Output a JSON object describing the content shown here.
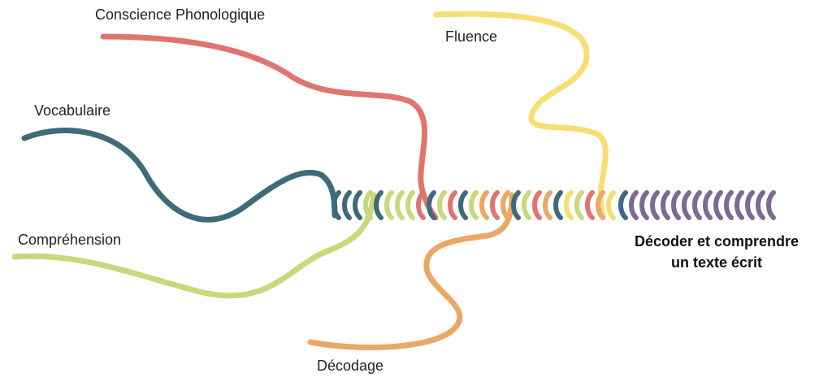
{
  "labels": {
    "conscience": "Conscience Phonologique",
    "fluence": "Fluence",
    "vocabulaire": "Vocabulaire",
    "comprehension": "Compréhension",
    "decodage": "Décodage"
  },
  "result": {
    "line1": "Décoder et comprendre",
    "line2": "un texte écrit"
  },
  "strands": [
    {
      "name": "conscience",
      "color": "#e07570"
    },
    {
      "name": "fluence",
      "color": "#f7de72"
    },
    {
      "name": "vocabulaire",
      "color": "#3e6b78"
    },
    {
      "name": "comprehension",
      "color": "#c9d87a"
    },
    {
      "name": "decodage",
      "color": "#eaa866"
    }
  ],
  "rope": {
    "twist_colors": [
      "#3e6b78",
      "#3e6b78",
      "#3e6b78",
      "#c9d87a",
      "#3e6b78",
      "#c9d87a",
      "#c9d87a",
      "#c9d87a",
      "#e07570",
      "#3e6b78",
      "#c9d87a",
      "#e07570",
      "#3e6b78",
      "#c9d87a",
      "#eaa866",
      "#e07570",
      "#eaa866",
      "#3e6b78",
      "#c9d87a",
      "#e07570",
      "#eaa866",
      "#3e6b78",
      "#f7de72",
      "#c9d87a",
      "#e07570",
      "#eaa866",
      "#f7de72"
    ],
    "merged_color": "#7b6b93",
    "merged_accent": "#45658a",
    "merged_count": 15
  }
}
